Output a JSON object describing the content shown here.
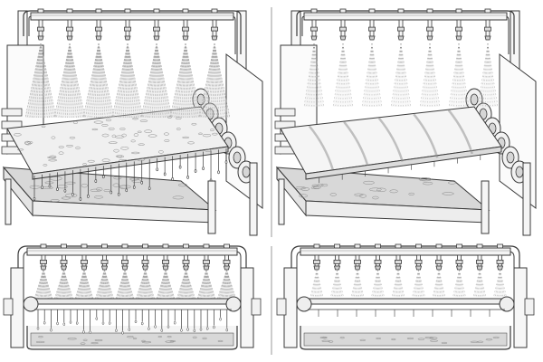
{
  "figure": {
    "panels": [
      {
        "id": "perspective-heavy-spray",
        "view": "perspective",
        "spray": "heavy",
        "nozzles": 7
      },
      {
        "id": "perspective-light-spray",
        "view": "perspective",
        "spray": "light",
        "nozzles": 7
      },
      {
        "id": "side-heavy-spray",
        "view": "side",
        "spray": "heavy",
        "nozzles": 10
      },
      {
        "id": "side-light-spray",
        "view": "side",
        "spray": "light",
        "nozzles": 10
      }
    ],
    "colors": {
      "ink": "#3a3a3a",
      "light_ink": "#8a8a8a",
      "paper": "#ffffff",
      "water": "#d8d8d8"
    }
  }
}
